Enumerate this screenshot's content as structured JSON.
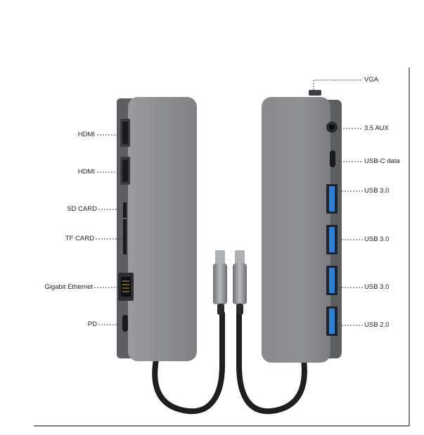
{
  "left_hub": {
    "ports": [
      {
        "label": "HDMI",
        "icon": "hdmi-port-icon"
      },
      {
        "label": "HDMI",
        "icon": "hdmi-port-icon"
      },
      {
        "label": "SD CARD",
        "icon": "sd-card-slot-icon"
      },
      {
        "label": "TF CARD",
        "icon": "tf-card-slot-icon"
      },
      {
        "label": "Gigabit Ethernet",
        "icon": "ethernet-port-icon"
      },
      {
        "label": "PD",
        "icon": "usb-c-port-icon"
      }
    ]
  },
  "right_hub": {
    "ports": [
      {
        "label": "VGA",
        "icon": "vga-port-icon"
      },
      {
        "label": "3.5 AUX",
        "icon": "audio-jack-icon"
      },
      {
        "label": "USB-C data",
        "icon": "usb-c-port-icon"
      },
      {
        "label": "USB 3.0",
        "icon": "usb-a-port-icon"
      },
      {
        "label": "USB 3.0",
        "icon": "usb-a-port-icon"
      },
      {
        "label": "USB 3.0",
        "icon": "usb-a-port-icon"
      },
      {
        "label": "USB 2.0",
        "icon": "usb-a-port-icon"
      }
    ]
  },
  "colors": {
    "body": "#8e8f93",
    "body_edge": "#5d5e62",
    "cable": "#1e1e1e",
    "usb_blue": "#2f7fd6"
  }
}
